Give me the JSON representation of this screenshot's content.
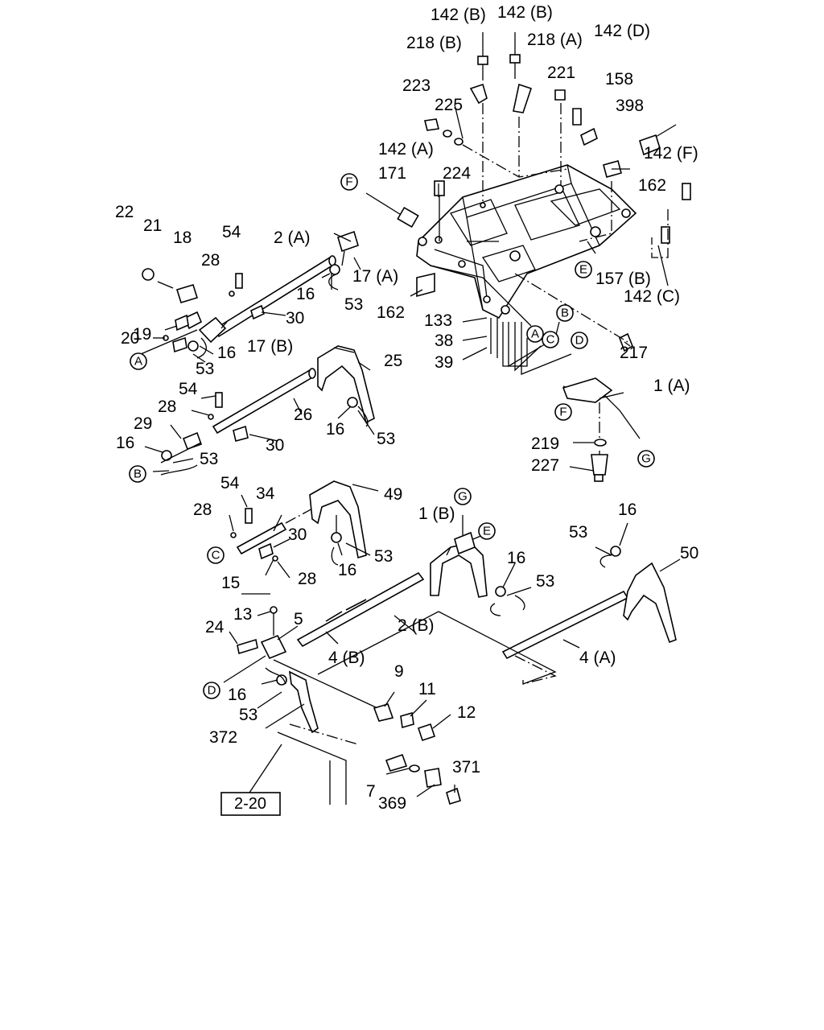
{
  "diagram": {
    "labels": [
      "142 (B)",
      "142 (B)",
      "218 (B)",
      "218 (A)",
      "142 (D)",
      "221",
      "158",
      "223",
      "225",
      "398",
      "224",
      "142 (A)",
      "142 (F)",
      "171",
      "162",
      "22",
      "21",
      "18",
      "54",
      "2 (A)",
      "28",
      "16",
      "17 (A)",
      "53",
      "157 (B)",
      "142 (C)",
      "162",
      "30",
      "133",
      "19",
      "20",
      "17 (B)",
      "16",
      "38",
      "39",
      "53",
      "217",
      "25",
      "54",
      "1 (A)",
      "28",
      "26",
      "16",
      "53",
      "29",
      "30",
      "16",
      "219",
      "53",
      "227",
      "54",
      "34",
      "49",
      "28",
      "30",
      "1 (B)",
      "16",
      "53",
      "50",
      "53",
      "16",
      "28",
      "16",
      "53",
      "15",
      "13",
      "5",
      "24",
      "2 (B)",
      "4 (B)",
      "4 (A)",
      "9",
      "11",
      "16",
      "53",
      "12",
      "372",
      "371",
      "7",
      "369"
    ],
    "circled_refs": [
      "F",
      "E",
      "A",
      "B",
      "C",
      "D",
      "F",
      "G",
      "A",
      "B",
      "G",
      "E",
      "C",
      "D"
    ],
    "page_ref": "2-20"
  }
}
